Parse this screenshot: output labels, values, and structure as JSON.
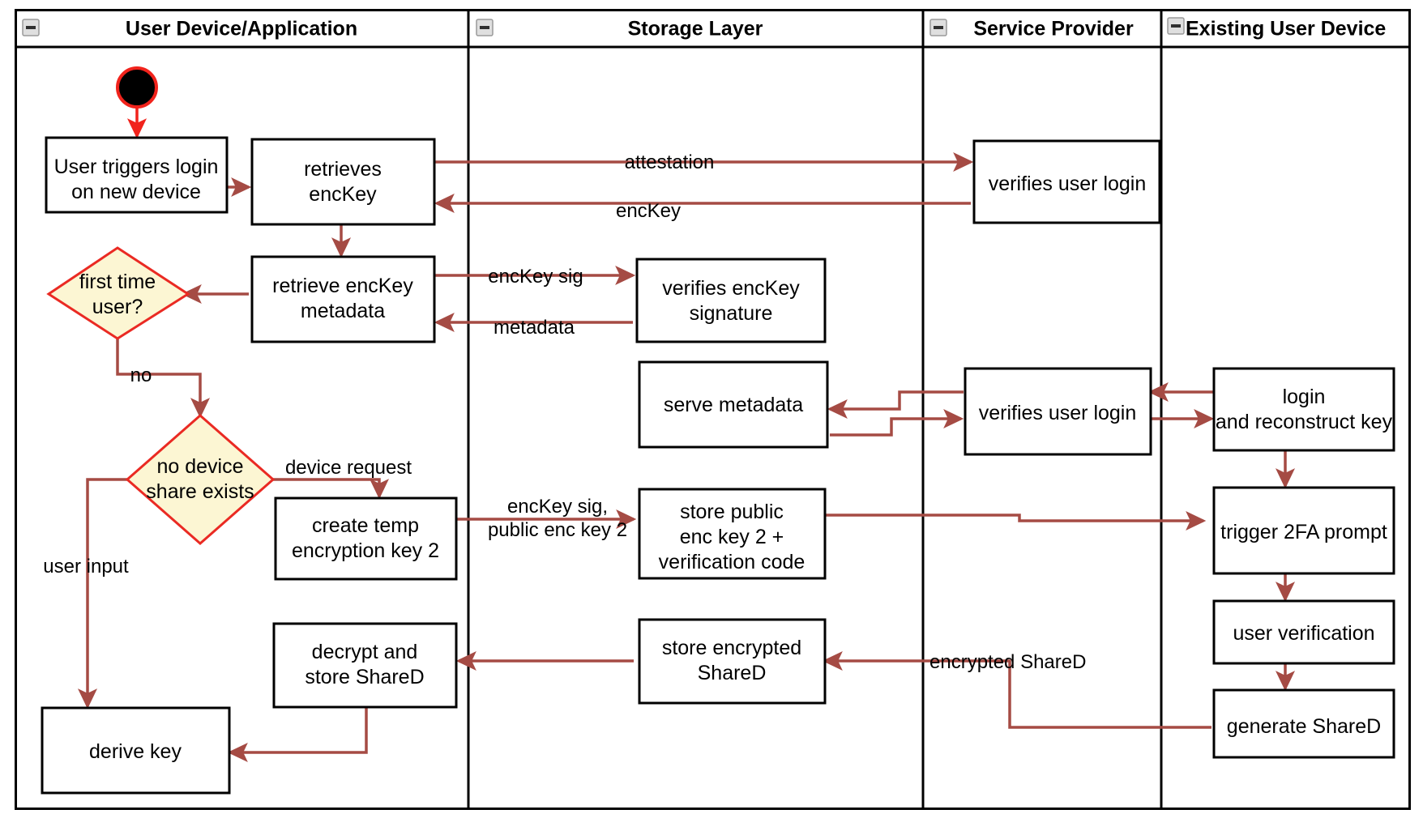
{
  "diagram": {
    "kind": "uml-activity-swimlane",
    "colors": {
      "edge": "#a54b44",
      "start_edge": "#f1231c",
      "decision_fill": "#fcf6d3",
      "decision_stroke": "#ea2a23",
      "node_stroke": "#000000",
      "node_fill": "#ffffff",
      "background": "#ffffff"
    }
  },
  "lanes": [
    {
      "id": "user-device-application",
      "title": "User Device/Application",
      "collapse_icon": "minus-icon"
    },
    {
      "id": "storage-layer",
      "title": "Storage Layer",
      "collapse_icon": "minus-icon"
    },
    {
      "id": "service-provider",
      "title": "Service Provider",
      "collapse_icon": "minus-icon"
    },
    {
      "id": "existing-user-device",
      "title": "Existing User Device",
      "collapse_icon": "minus-icon"
    }
  ],
  "nodes": {
    "start": {
      "type": "initial-node",
      "label": ""
    },
    "user_triggers_login": {
      "lane": "user-device-application",
      "label_lines": [
        "User triggers login",
        "on new device"
      ]
    },
    "retrieves_enckey": {
      "lane": "user-device-application",
      "label_lines": [
        "retrieves",
        "encKey"
      ]
    },
    "retrieve_enckey_metadata": {
      "lane": "user-device-application",
      "label_lines": [
        "retrieve encKey",
        "metadata"
      ]
    },
    "first_time_user": {
      "lane": "user-device-application",
      "type": "decision",
      "label_lines": [
        "first time",
        "user?"
      ]
    },
    "no_device_share_exists": {
      "lane": "user-device-application",
      "type": "decision",
      "label_lines": [
        "no device",
        "share exists"
      ]
    },
    "create_temp_encryption_key_2": {
      "lane": "user-device-application",
      "label_lines": [
        "create temp",
        "encryption key 2"
      ]
    },
    "decrypt_and_store_shared": {
      "lane": "user-device-application",
      "label_lines": [
        "decrypt and",
        "store ShareD"
      ]
    },
    "derive_key": {
      "lane": "user-device-application",
      "label_lines": [
        "derive key"
      ]
    },
    "verifies_enckey_signature": {
      "lane": "storage-layer",
      "label_lines": [
        "verifies encKey",
        "signature"
      ]
    },
    "serve_metadata": {
      "lane": "storage-layer",
      "label_lines": [
        "serve metadata"
      ]
    },
    "store_public_enc_key_2": {
      "lane": "storage-layer",
      "label_lines": [
        "store public",
        "enc key 2 +",
        "verification code"
      ]
    },
    "store_encrypted_shared": {
      "lane": "storage-layer",
      "label_lines": [
        "store encrypted",
        "ShareD"
      ]
    },
    "verifies_user_login_top": {
      "lane": "service-provider",
      "label_lines": [
        "verifies user login"
      ]
    },
    "verifies_user_login_mid": {
      "lane": "service-provider",
      "label_lines": [
        "verifies user login"
      ]
    },
    "login_and_reconstruct_key": {
      "lane": "existing-user-device",
      "label_lines": [
        "login",
        "and reconstruct key"
      ]
    },
    "trigger_2fa_prompt": {
      "lane": "existing-user-device",
      "label_lines": [
        "trigger 2FA prompt"
      ]
    },
    "user_verification": {
      "lane": "existing-user-device",
      "label_lines": [
        "user verification"
      ]
    },
    "generate_shared": {
      "lane": "existing-user-device",
      "label_lines": [
        "generate ShareD"
      ]
    }
  },
  "edge_labels": {
    "attestation": "attestation",
    "enckey": "encKey",
    "enckey_sig": "encKey sig",
    "metadata": "metadata",
    "no": "no",
    "device_request": "device request",
    "user_input": "user input",
    "enckey_sig_public_enc_key_2_line1": "encKey sig,",
    "enckey_sig_public_enc_key_2_line2": "public enc key 2",
    "encrypted_shared": "encrypted ShareD"
  }
}
